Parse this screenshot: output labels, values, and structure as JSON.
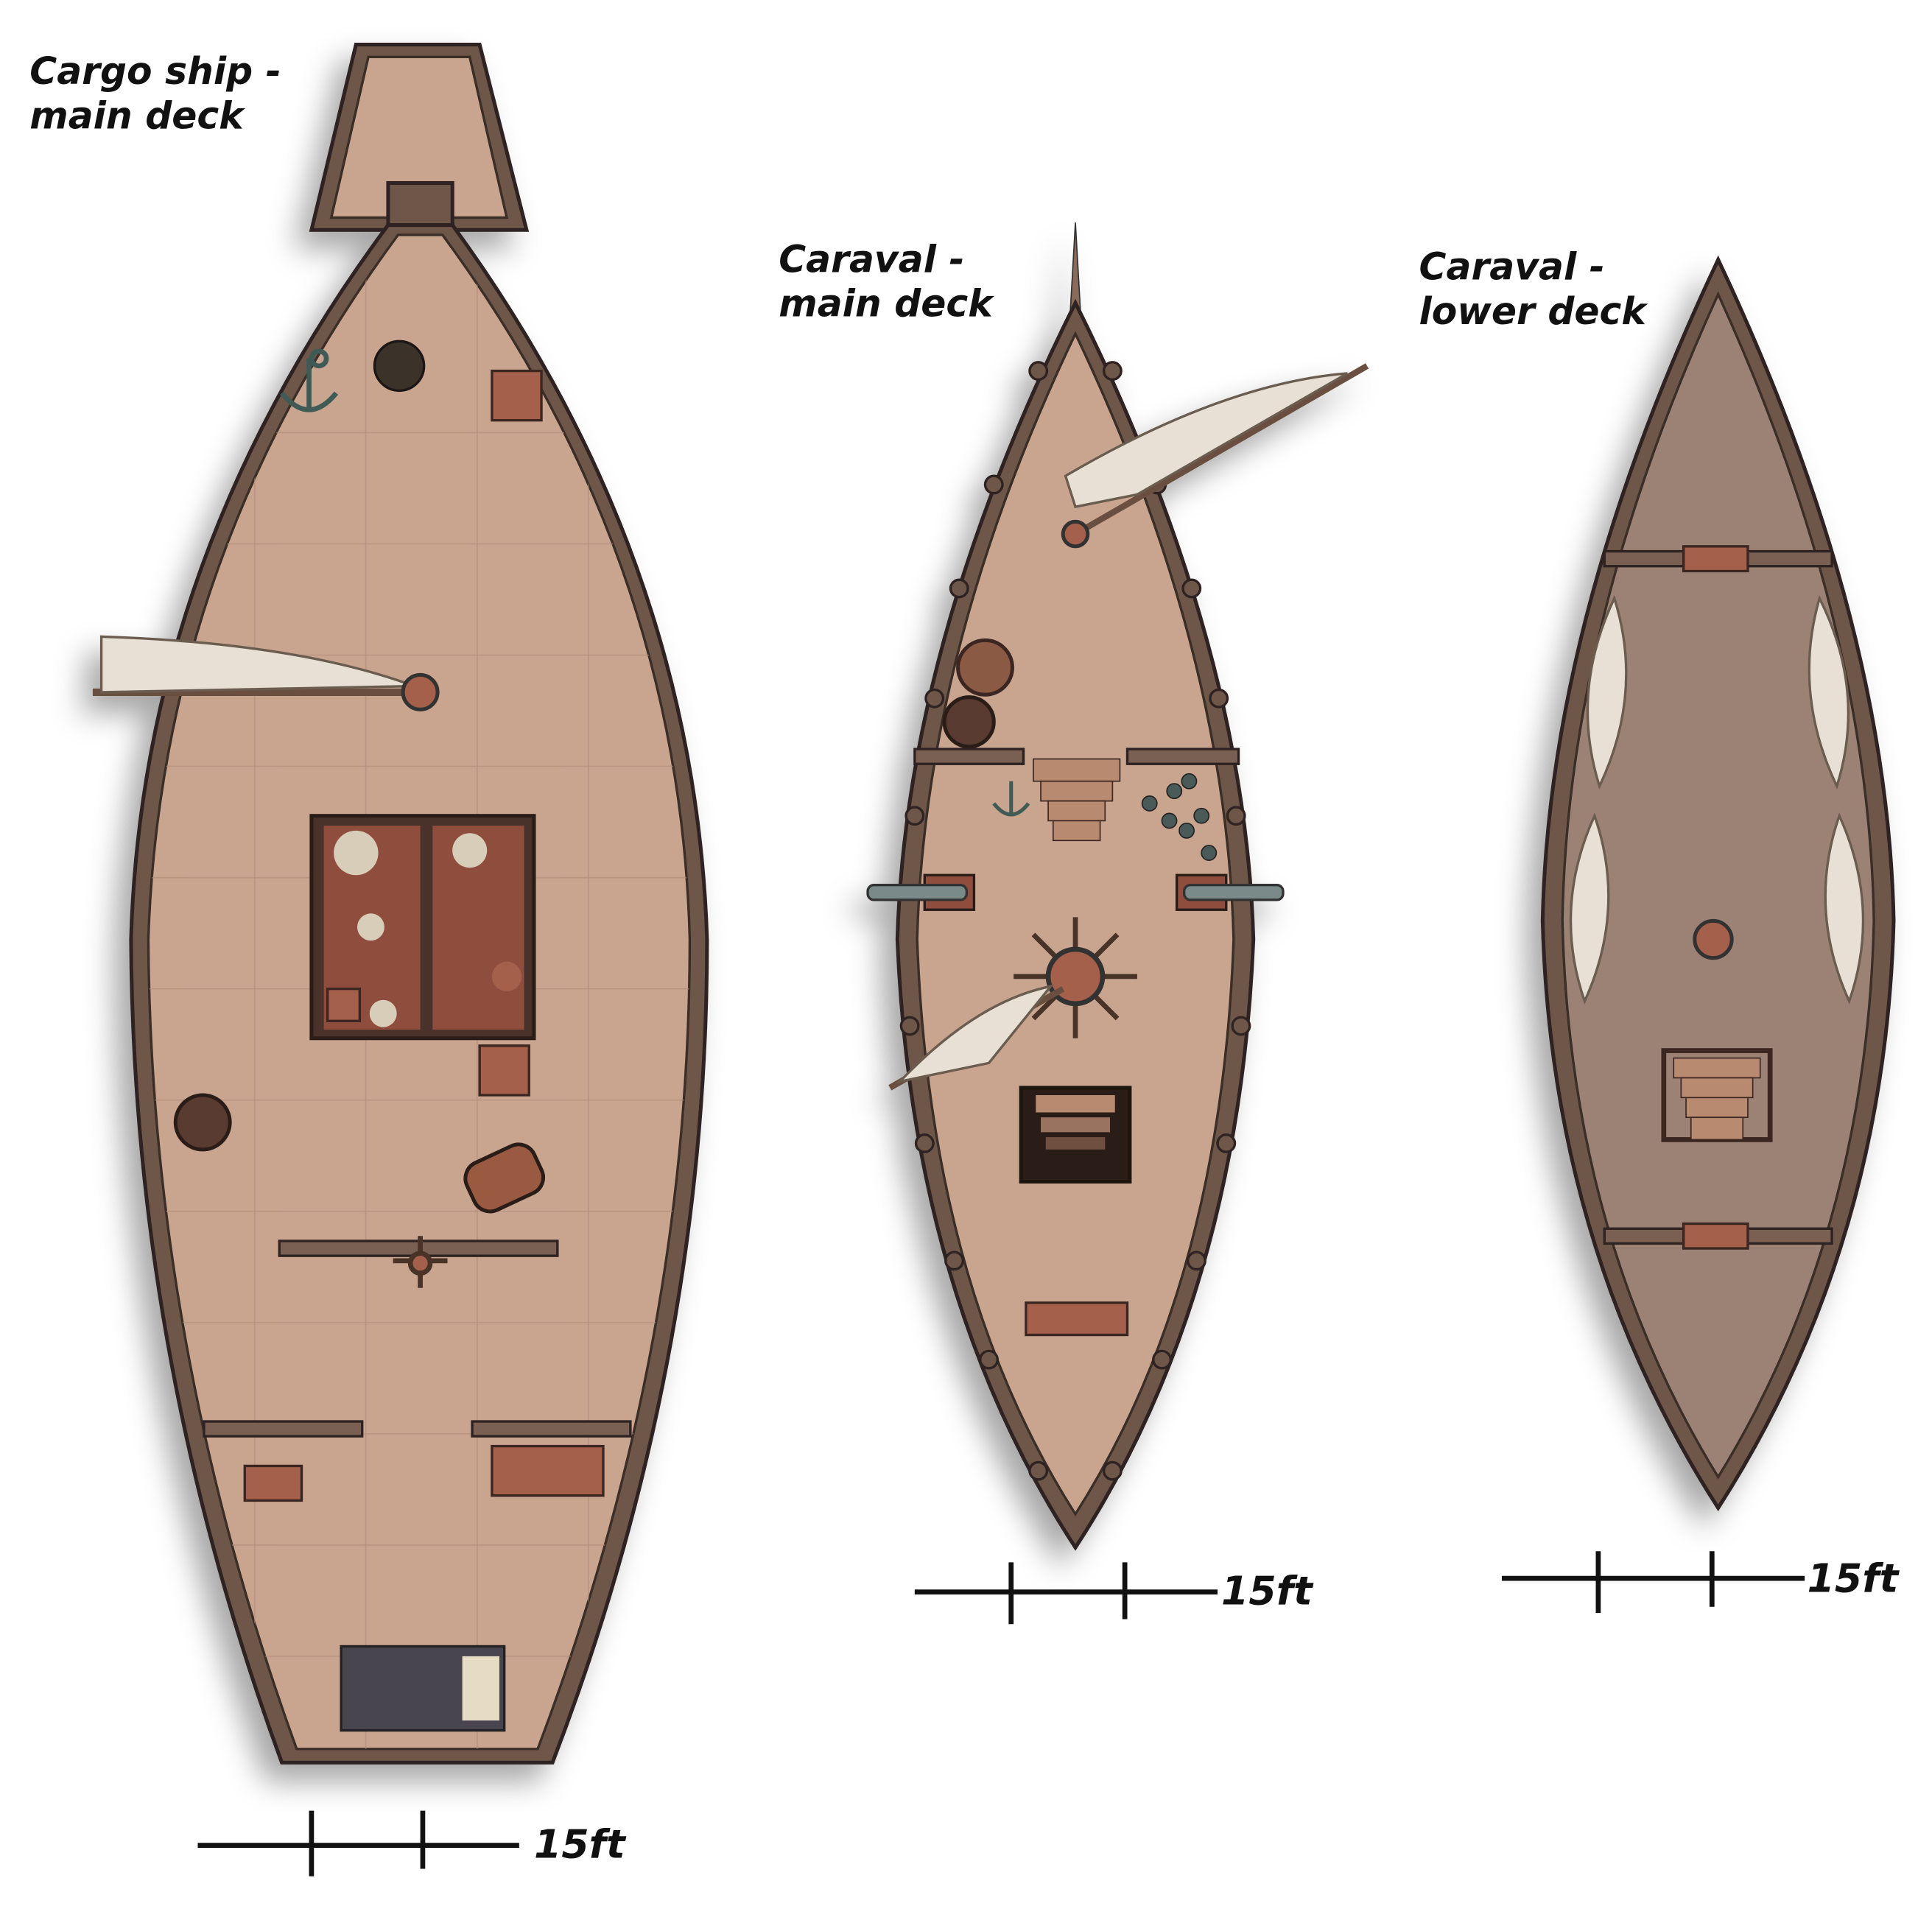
{
  "maps": [
    {
      "title_line1": "Cargo ship -",
      "title_line2": "main deck",
      "scale_label": "15ft"
    },
    {
      "title_line1": "Caraval -",
      "title_line2": "main deck",
      "scale_label": "15ft"
    },
    {
      "title_line1": "Caraval -",
      "title_line2": "lower deck",
      "scale_label": "15ft"
    }
  ],
  "colors": {
    "hull": "#6e564a",
    "deck": "#c9a48f",
    "lower_deck": "#9c8275",
    "sail": "#e8e0d4"
  }
}
